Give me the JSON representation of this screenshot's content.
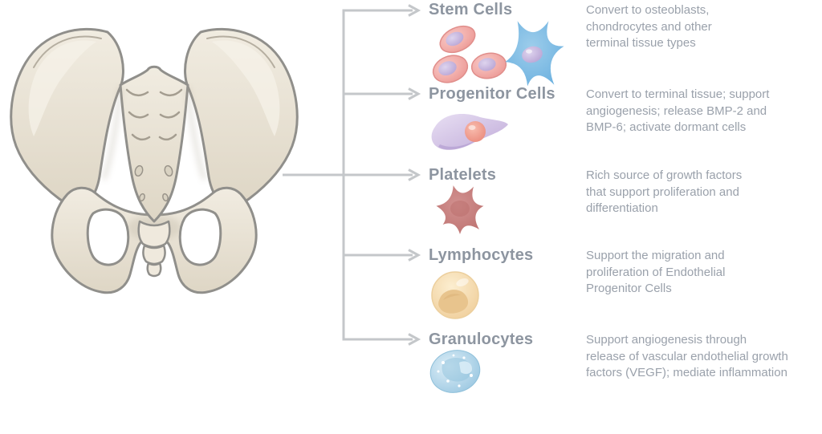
{
  "rows": [
    {
      "label": "Stem Cells",
      "description": "Convert to osteoblasts,\nchondrocytes and other\nterminal tissue types",
      "icon": "stem-cells-icon"
    },
    {
      "label": "Progenitor Cells",
      "description": "Convert to terminal tissue; support\nangiogenesis; release BMP-2 and\nBMP-6; activate dormant cells",
      "icon": "progenitor-cell-icon"
    },
    {
      "label": "Platelets",
      "description": "Rich source of growth factors\nthat support proliferation and\ndifferentiation",
      "icon": "platelet-icon"
    },
    {
      "label": "Lymphocytes",
      "description": "Support the migration and\nproliferation of Endothelial\nProgenitor Cells",
      "icon": "lymphocyte-icon"
    },
    {
      "label": "Granulocytes",
      "description": "Support angiogenesis through\nrelease of vascular endothelial growth\nfactors (VEGF); mediate inflammation",
      "icon": "granulocyte-icon"
    }
  ],
  "illustration": {
    "name": "pelvis-bone"
  },
  "colors": {
    "background": "#ffffff",
    "connector_line": "#c4c7ca",
    "heading_text": "#8d95a0",
    "body_text": "#9aa1ab",
    "bone_fill": "#e8e2d5",
    "bone_outline": "#908f8b",
    "stem_cell_pink": "#ef9f9c",
    "stem_cell_blue": "#74b7e2",
    "nucleus_lavender": "#c3b1dc",
    "progenitor_purple": "#cfc0e4",
    "progenitor_nucleus": "#f09b8d",
    "platelet_rose": "#c77d7b",
    "lymphocyte_cream": "#f6ddb0",
    "granulocyte_blue": "#a9d2e7"
  }
}
